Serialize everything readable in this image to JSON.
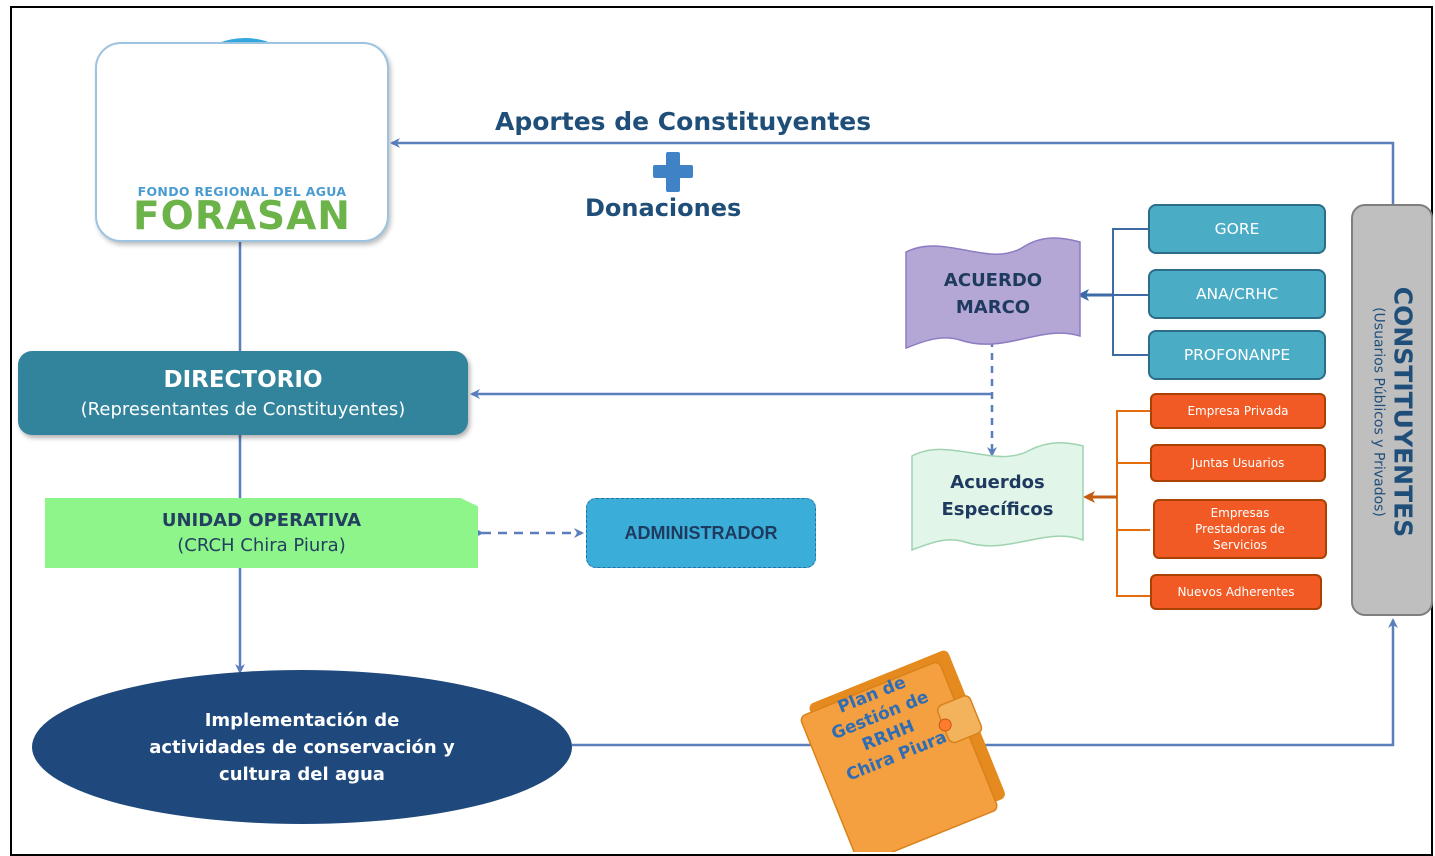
{
  "logo": {
    "subtitle": "FONDO REGIONAL  DEL AGUA",
    "title": "FORASAN"
  },
  "flow": {
    "aportes": "Aportes de Constituyentes",
    "plus_icon": "plus-icon",
    "donaciones": "Donaciones"
  },
  "directorio": {
    "title": "DIRECTORIO",
    "subtitle": "(Representantes de Constituyentes)"
  },
  "unidad_operativa": {
    "title": "UNIDAD OPERATIVA",
    "subtitle": "(CRCH Chira Piura)"
  },
  "administrador": "ADMINISTRADOR",
  "implementacion": {
    "line1": "Implementación de",
    "line2": "actividades de conservación y",
    "line3": "cultura del agua"
  },
  "acuerdo_marco": {
    "line1": "ACUERDO",
    "line2": "MARCO"
  },
  "acuerdos_especificos": {
    "line1": "Acuerdos",
    "line2": "Específicos"
  },
  "public_constituents": [
    "GORE",
    "ANA/CRHC",
    "PROFONANPE"
  ],
  "private_constituents": {
    "empresa_privada": "Empresa Privada",
    "juntas_usuarios": "Juntas Usuarios",
    "empresas_prestadoras": [
      "Empresas",
      "Prestadoras de",
      "Servicios"
    ],
    "nuevos_adherentes": "Nuevos Adherentes"
  },
  "plan_folder": {
    "line1": "Plan de",
    "line2": "Gestión de",
    "line3": "RRHH",
    "line4": "Chira Piura"
  },
  "constituyentes": {
    "title": "CONSTITUYENTES",
    "subtitle": "(Usuarios Públicos y Privados)"
  },
  "colors": {
    "dark_blue": "#1f4e79",
    "directorio_teal": "#31849b",
    "unidad_green": "#8ef58a",
    "admin_blue": "#3aaed8",
    "ellipse_navy": "#1f497d",
    "gore_blue": "#4bacc6",
    "private_orange": "#f15a24",
    "acuerdo_marco_purple": "#b4a7d6",
    "acuerdos_esp_mint": "#e2f5e9",
    "folder_orange": "#f5a040",
    "constituyentes_gray": "#bfbfbf",
    "connector_blue": "#5b7fbd"
  }
}
